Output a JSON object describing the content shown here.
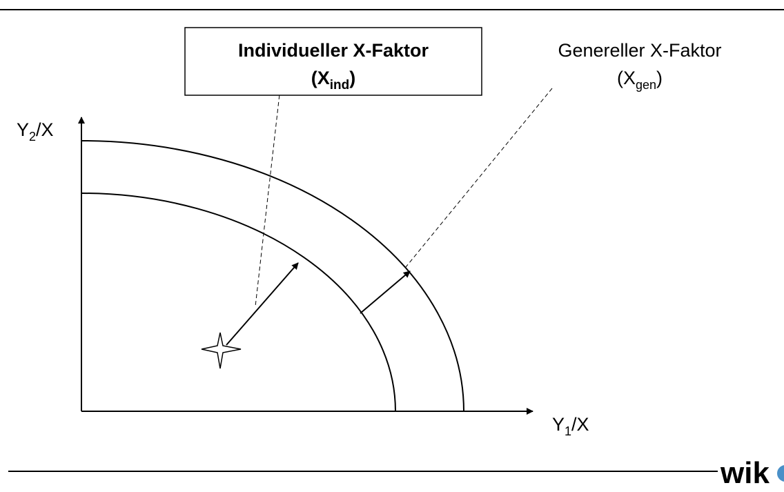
{
  "diagram": {
    "ind_box": {
      "line1": "Individueller X-Faktor",
      "open": "(X",
      "sub": "ind",
      "close": ")"
    },
    "gen_label": {
      "line1": "Genereller X-Faktor",
      "open": "(X",
      "sub": "gen",
      "close": ")"
    },
    "y_axis": {
      "main": "Y",
      "sub": "2",
      "rest": "/X"
    },
    "x_axis": {
      "main": "Y",
      "sub": "1",
      "rest": "/X"
    },
    "logo": {
      "text": "wik"
    }
  },
  "colors": {
    "ink": "#000000",
    "background": "#ffffff",
    "logo_accent": "#4a90c8"
  }
}
